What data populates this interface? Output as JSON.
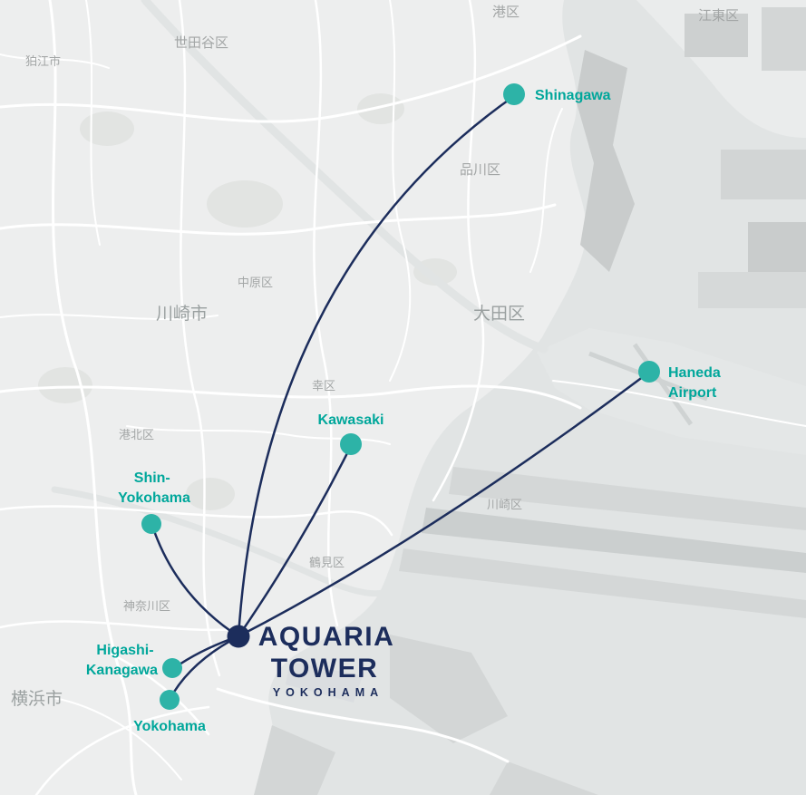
{
  "colors": {
    "accent_teal": "#2db3a7",
    "teal_text": "#00a79b",
    "navy": "#1c2d5c",
    "land": "#edeeee",
    "water": "#e1e4e4",
    "pier": "#d3d6d6",
    "district_text": "#a3a6a6"
  },
  "districts": [
    {
      "label": "狛江市"
    },
    {
      "label": "世田谷区"
    },
    {
      "label": "港区"
    },
    {
      "label": "江東区"
    },
    {
      "label": "品川区"
    },
    {
      "label": "中原区"
    },
    {
      "label": "川崎市"
    },
    {
      "label": "大田区"
    },
    {
      "label": "幸区"
    },
    {
      "label": "港北区"
    },
    {
      "label": "川崎区"
    },
    {
      "label": "鶴見区"
    },
    {
      "label": "神奈川区"
    },
    {
      "label": "横浜市"
    }
  ],
  "stations": [
    {
      "name": "Shinagawa",
      "lines": [
        "Shinagawa"
      ]
    },
    {
      "name": "Haneda Airport",
      "lines": [
        "Haneda",
        "Airport"
      ]
    },
    {
      "name": "Kawasaki",
      "lines": [
        "Kawasaki"
      ]
    },
    {
      "name": "Shin-Yokohama",
      "lines": [
        "Shin-",
        "Yokohama"
      ]
    },
    {
      "name": "Higashi-Kanagawa",
      "lines": [
        "Higashi-",
        "Kanagawa"
      ]
    },
    {
      "name": "Yokohama",
      "lines": [
        "Yokohama"
      ]
    }
  ],
  "hub": {
    "title_line1": "AQUARIA",
    "title_line2": "TOWER",
    "subtitle": "YOKOHAMA"
  }
}
